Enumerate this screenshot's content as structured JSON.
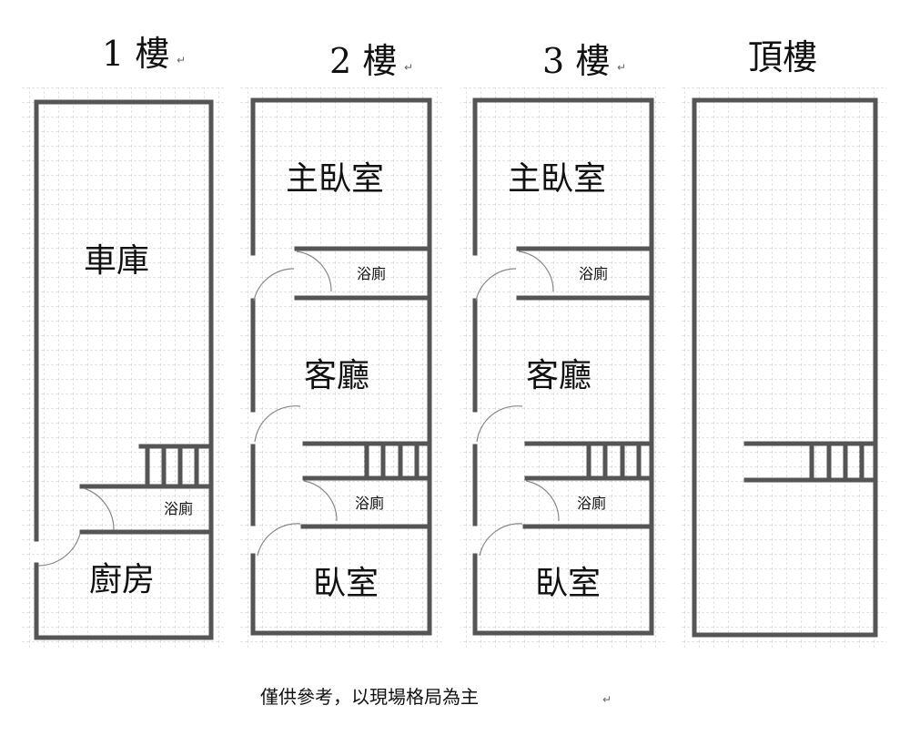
{
  "floors": [
    {
      "title": "1 樓",
      "rooms": {
        "garage": "車庫",
        "bath": "浴廁",
        "kitchen": "廚房"
      }
    },
    {
      "title": "2 樓",
      "rooms": {
        "master": "主臥室",
        "bath1": "浴廁",
        "living": "客廳",
        "bath2": "浴廁",
        "bedroom": "臥室"
      }
    },
    {
      "title": "3 樓",
      "rooms": {
        "master": "主臥室",
        "bath1": "浴廁",
        "living": "客廳",
        "bath2": "浴廁",
        "bedroom": "臥室"
      }
    },
    {
      "title": "頂樓",
      "rooms": {}
    }
  ],
  "footer": "僅供參考，以現場格局為主",
  "paragraph_mark": "↵"
}
